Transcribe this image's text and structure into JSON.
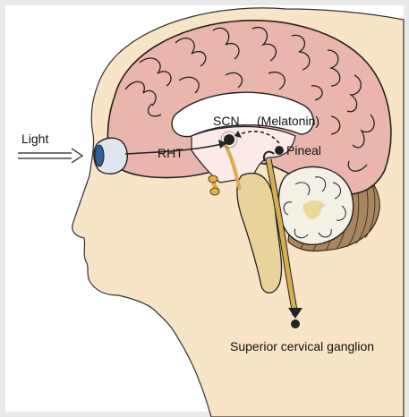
{
  "labels": {
    "light": "Light",
    "rht": "RHT",
    "scn": "SCN",
    "melatonin": "(Melatonin)",
    "pineal": "Pineal",
    "scg": "Superior cervical ganglion"
  },
  "colors": {
    "skin": "#f8e4c6",
    "brain": "#e9b5ac",
    "ventricle": "#fbeae8",
    "cerebellum": "#f3f0e6",
    "brainstem": "#e8d39a",
    "nerve": "#d6ad4f",
    "spinal_banding": "#a88760",
    "outline": "#222222"
  }
}
